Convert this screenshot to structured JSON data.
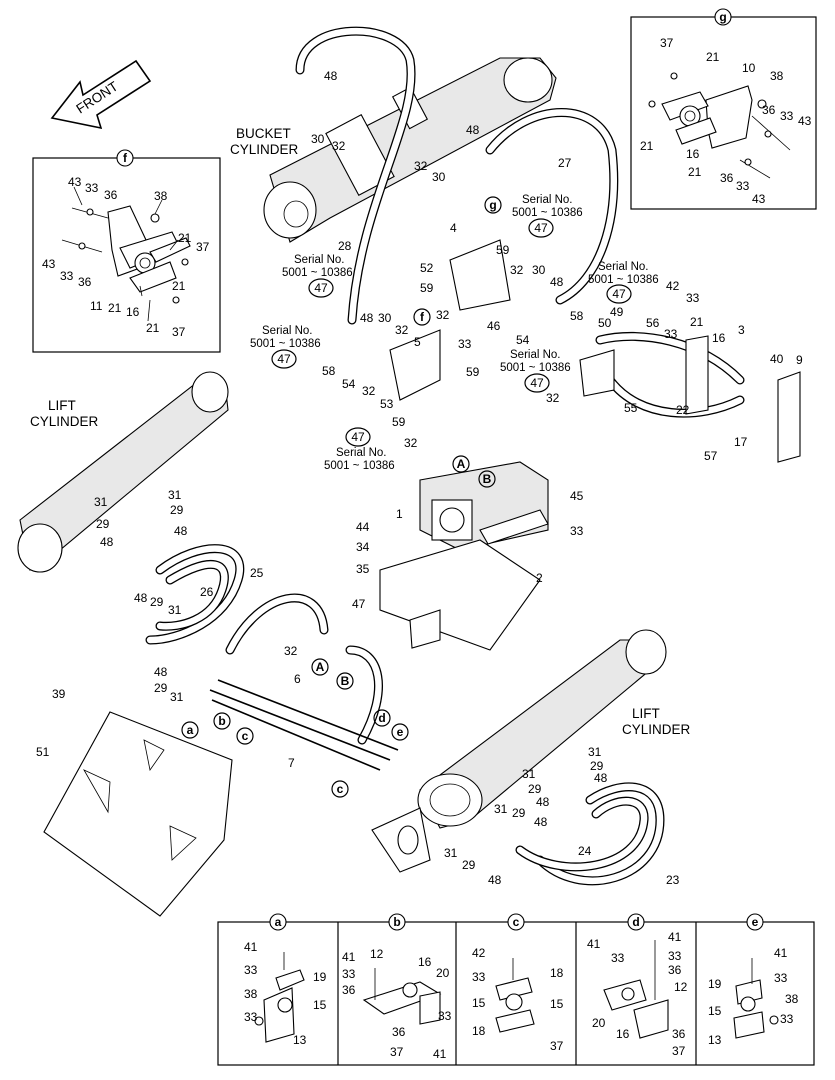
{
  "labels": {
    "front": "FRONT",
    "bucket_cylinder": [
      "BUCKET",
      "CYLINDER"
    ],
    "lift_cylinder_left": [
      "LIFT",
      "CYLINDER"
    ],
    "lift_cylinder_right": [
      "LIFT",
      "CYLINDER"
    ]
  },
  "serial": {
    "line1": "Serial No.",
    "line2_spaced": "5001 ~ 10386",
    "line2": "5001 ~ 10386"
  },
  "insets": {
    "f": "f",
    "g": "g",
    "a": "a",
    "b": "b",
    "c": "c",
    "d": "d",
    "e": "e"
  },
  "markers": {
    "A": "A",
    "B": "B",
    "f": "f",
    "g": "g",
    "a": "a",
    "b": "b",
    "c": "c",
    "d": "d",
    "e": "e",
    "c2": "c"
  },
  "part_numbers": {
    "n1": "1",
    "n2": "2",
    "n3": "3",
    "n4": "4",
    "n5": "5",
    "n6": "6",
    "n7": "7",
    "n9": "9",
    "n10": "10",
    "n11": "11",
    "n12": "12",
    "n13": "13",
    "n15": "15",
    "n16": "16",
    "n17": "17",
    "n18": "18",
    "n19": "19",
    "n20": "20",
    "n21": "21",
    "n22": "22",
    "n23": "23",
    "n24": "24",
    "n25": "25",
    "n26": "26",
    "n27": "27",
    "n28": "28",
    "n29": "29",
    "n30": "30",
    "n31": "31",
    "n32": "32",
    "n33": "33",
    "n34": "34",
    "n35": "35",
    "n36": "36",
    "n37": "37",
    "n38": "38",
    "n39": "39",
    "n40": "40",
    "n41": "41",
    "n42": "42",
    "n43": "43",
    "n44": "44",
    "n45": "45",
    "n46": "46",
    "n47": "47",
    "n48": "48",
    "n49": "49",
    "n50": "50",
    "n51": "51",
    "n52": "52",
    "n53": "53",
    "n54": "54",
    "n55": "55",
    "n56": "56",
    "n57": "57",
    "n58": "58",
    "n59": "59"
  }
}
